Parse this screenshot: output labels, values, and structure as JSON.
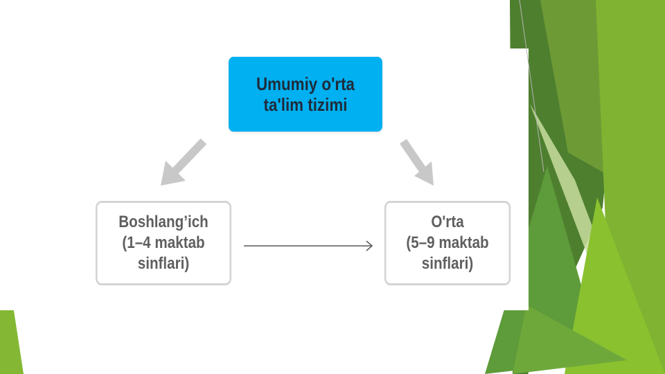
{
  "diagram": {
    "top_node": {
      "line1": "Umumiy o'rta",
      "line2": "ta'lim tizimi"
    },
    "left_node": {
      "line1": "Boshlang’ich",
      "line2": "(1–4 maktab",
      "line3": "sinflari)"
    },
    "right_node": {
      "line1": "O'rta",
      "line2": "(5–9 maktab",
      "line3": "sinflari)"
    }
  },
  "colors": {
    "top_node_fill": "#00b0f0",
    "node_border": "#d4d4d4",
    "arrow": "#c8c8c8",
    "connector": "#595959",
    "accent_green_dark": "#4a7d2a",
    "accent_green_light": "#8cbf33"
  }
}
